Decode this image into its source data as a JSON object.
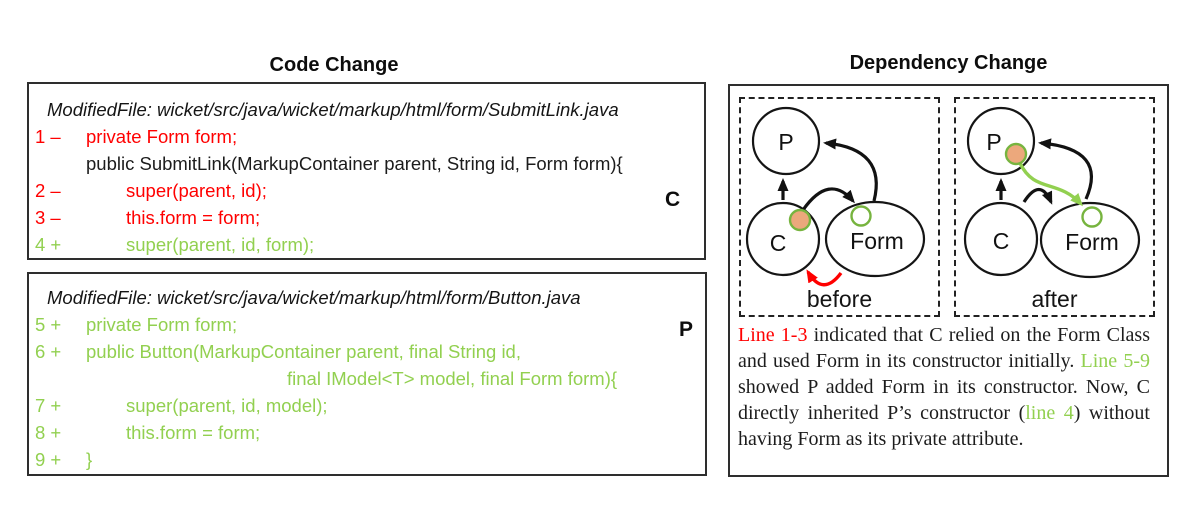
{
  "code_change": {
    "title": "Code Change",
    "box1": {
      "file": "ModifiedFile: wicket/src/java/wicket/markup/html/form/SubmitLink.java",
      "class_label": "C",
      "lines": [
        {
          "num": "1",
          "sign": "–",
          "text": "private Form form;",
          "tone": "removed",
          "indent": 0
        },
        {
          "num": "",
          "sign": "",
          "text": "public SubmitLink(MarkupContainer parent, String id, Form form){",
          "tone": "plain",
          "indent": 0
        },
        {
          "num": "2",
          "sign": "–",
          "text": "super(parent, id);",
          "tone": "removed",
          "indent": 1
        },
        {
          "num": "3",
          "sign": "–",
          "text": "this.form = form;",
          "tone": "removed",
          "indent": 1
        },
        {
          "num": "4",
          "sign": "+",
          "text": "super(parent, id, form);",
          "tone": "added",
          "indent": 1
        }
      ]
    },
    "box2": {
      "file": "ModifiedFile: wicket/src/java/wicket/markup/html/form/Button.java",
      "class_label": "P",
      "lines": [
        {
          "num": "5",
          "sign": "+",
          "text": "private Form form;",
          "tone": "added",
          "indent": 0
        },
        {
          "num": "6",
          "sign": "+",
          "text": "public Button(MarkupContainer parent, final String id,",
          "tone": "added",
          "indent": 0
        },
        {
          "num": "",
          "sign": "",
          "text": "final IModel<T> model, final Form form){",
          "tone": "added",
          "indent": 2
        },
        {
          "num": "7",
          "sign": "+",
          "text": "super(parent, id, model);",
          "tone": "added",
          "indent": 1
        },
        {
          "num": "8",
          "sign": "+",
          "text": "this.form = form;",
          "tone": "added",
          "indent": 1
        },
        {
          "num": "9",
          "sign": "+",
          "text": "}",
          "tone": "added",
          "indent": 0
        }
      ]
    }
  },
  "dependency_change": {
    "title": "Dependency Change",
    "before_label": "before",
    "after_label": "after",
    "nodes": {
      "parent": "P",
      "child": "C",
      "form": "Form"
    },
    "explanation_segments": [
      {
        "text": "Line 1-3",
        "tone": "removed"
      },
      {
        "text": " indicated that C relied on the Form Class and used Form in its constructor initially. ",
        "tone": "plain"
      },
      {
        "text": "Line 5-9",
        "tone": "added"
      },
      {
        "text": " showed P added Form in its constructor. Now, C directly inherited P’s constructor (",
        "tone": "plain"
      },
      {
        "text": "line 4",
        "tone": "added"
      },
      {
        "text": ") without having Form as its private attribute.",
        "tone": "plain"
      }
    ]
  },
  "colors": {
    "removed": "#FF0000",
    "added": "#92D050",
    "dot_fill": "#ECA87C",
    "dot_stroke": "#77B43F",
    "arrow_black": "#121212"
  }
}
